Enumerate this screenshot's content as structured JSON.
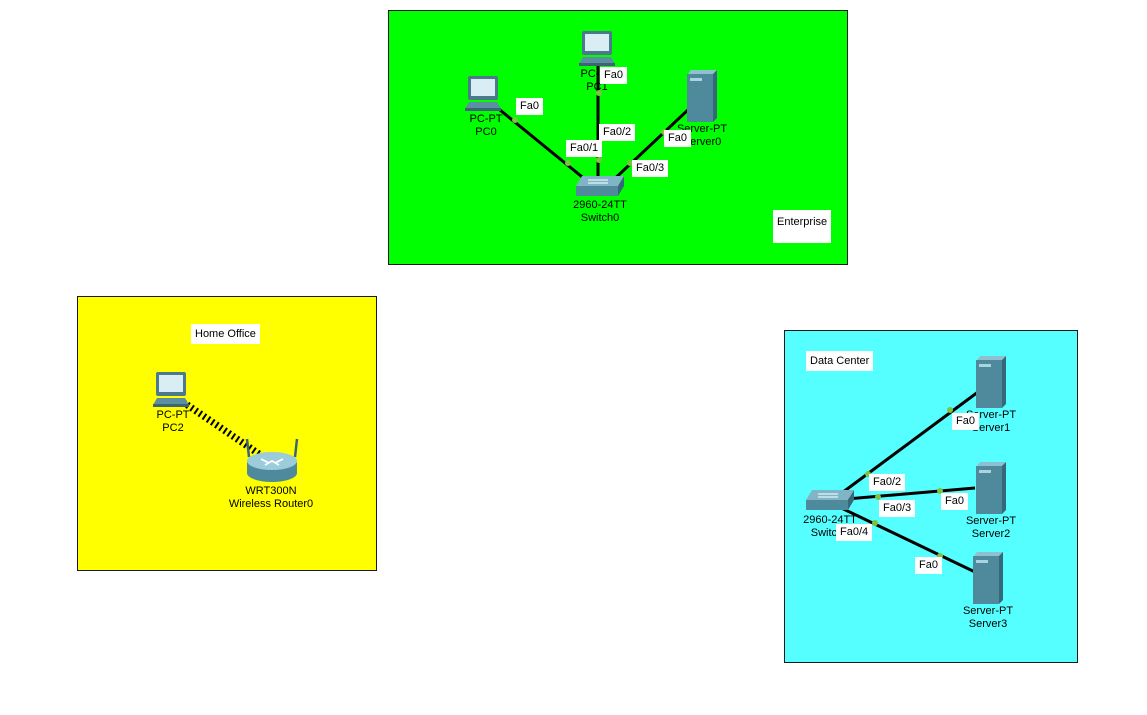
{
  "notes": {
    "enterprise": "Enterprise",
    "home_office": "Home Office",
    "data_center": "Data Center"
  },
  "devices": {
    "pc0": {
      "model": "PC-PT",
      "name": "PC0"
    },
    "pc1": {
      "model": "PC-PT",
      "name": "PC1"
    },
    "server0": {
      "model": "Server-PT",
      "name": "Server0"
    },
    "switch0": {
      "model": "2960-24TT",
      "name": "Switch0"
    },
    "pc2": {
      "model": "PC-PT",
      "name": "PC2"
    },
    "router0": {
      "model": "WRT300N",
      "name": "Wireless Router0"
    },
    "switch1": {
      "model": "2960-24TT",
      "name": "Switch1"
    },
    "server1": {
      "model": "Server-PT",
      "name": "Server1"
    },
    "server2": {
      "model": "Server-PT",
      "name": "Server2"
    },
    "server3": {
      "model": "Server-PT",
      "name": "Server3"
    }
  },
  "ports": {
    "pc0_fa0": "Fa0",
    "pc1_fa0": "Fa0",
    "server0_fa0": "Fa0",
    "sw0_fa01": "Fa0/1",
    "sw0_fa02": "Fa0/2",
    "sw0_fa03": "Fa0/3",
    "sw1_fa02": "Fa0/2",
    "sw1_fa03": "Fa0/3",
    "sw1_fa04": "Fa0/4",
    "server1_fa0": "Fa0",
    "server2_fa0": "Fa0",
    "server3_fa0": "Fa0"
  },
  "colors": {
    "enterprise_zone": "#00ff00",
    "home_zone": "#ffff00",
    "datacenter_zone": "#55ffff",
    "link": "#000000",
    "link_up_light": "#7dc242"
  },
  "icons": {
    "pc": "pc-icon",
    "server": "server-icon",
    "switch": "switch-icon",
    "router": "wireless-router-icon"
  }
}
